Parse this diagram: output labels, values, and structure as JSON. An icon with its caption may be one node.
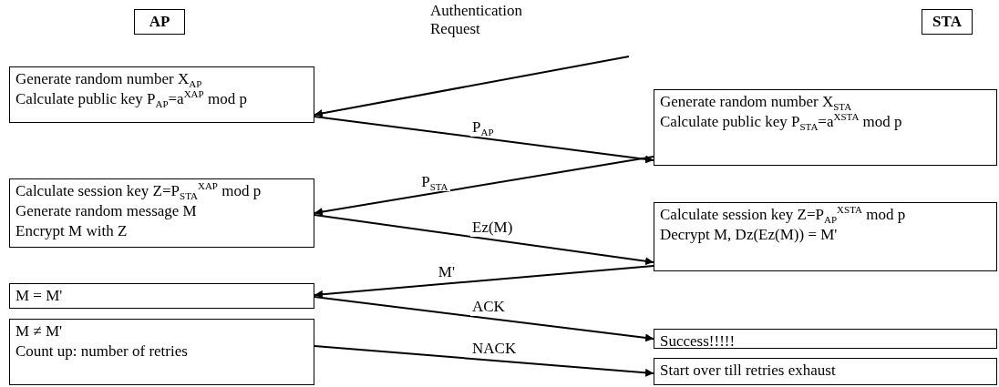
{
  "diagram": {
    "nodes": [
      {
        "text": [
          "AP"
        ]
      },
      {
        "text": [
          "STA"
        ]
      },
      {
        "text": [
          "Generate random number X$_{AP}$",
          "Calculate public key P$_{AP}$=a$^{XAP}$ mod p"
        ]
      },
      {
        "text": [
          "Generate random number X$_{STA}$",
          "Calculate public key P$_{STA}$=a$^{XSTA}$ mod p"
        ]
      },
      {
        "text": [
          "Calculate session key Z=P$_{STA}$$^{XAP}$ mod p",
          "Generate random message M",
          "Encrypt M with Z"
        ]
      },
      {
        "text": [
          "Calculate session key Z=P$_{AP}$$^{XSTA}$ mod p",
          "Decrypt M, Dz(Ez(M)) = M'"
        ]
      },
      {
        "text": [
          "M = M'"
        ]
      },
      {
        "text": [
          "Success!!!!!"
        ]
      },
      {
        "text": [
          "M ≠ M'",
          "Count up: number of retries"
        ]
      },
      {
        "text": [
          "Start over till retries exhaust"
        ]
      }
    ],
    "edges": [
      {
        "from": null,
        "to": 2,
        "arrow": "to",
        "label": "Authentication Request"
      },
      {
        "from": 2,
        "to": 3,
        "arrow": "to",
        "label": "P$_{AP}$"
      },
      {
        "from": 3,
        "to": 4,
        "arrow": "to",
        "label": "P$_{STA}$"
      },
      {
        "from": 4,
        "to": 5,
        "arrow": "to",
        "label": "Ez(M)"
      },
      {
        "from": 5,
        "to": 6,
        "arrow": "to",
        "label": "M'"
      },
      {
        "from": 6,
        "to": 7,
        "arrow": "to",
        "label": "ACK"
      },
      {
        "from": 8,
        "to": 9,
        "arrow": "to",
        "label": "NACK"
      }
    ]
  }
}
